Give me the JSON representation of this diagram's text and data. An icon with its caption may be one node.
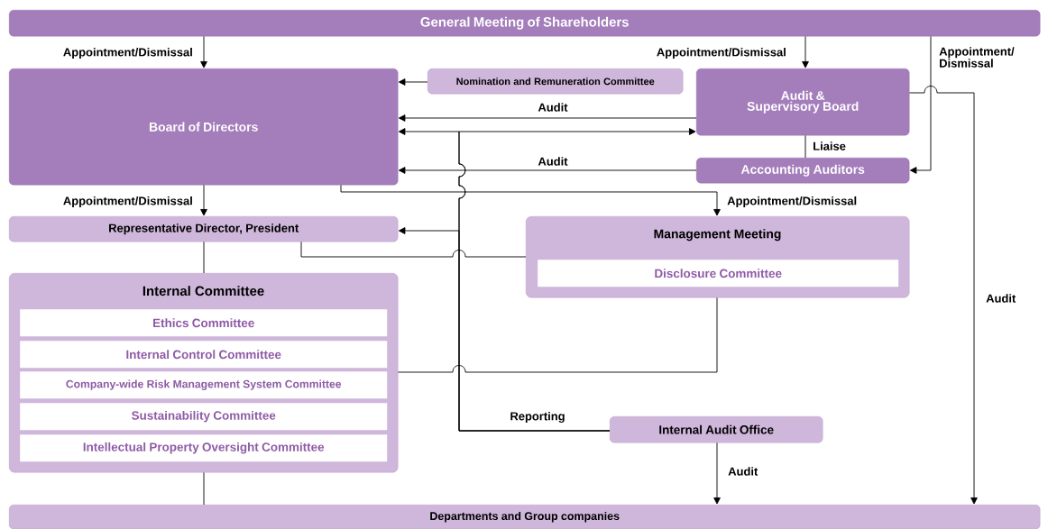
{
  "diagram": {
    "nodes": [
      {
        "text": [
          "General Meeting of Shareholders"
        ]
      },
      {
        "text": [
          "Board of Directors"
        ]
      },
      {
        "text": [
          "Nomination and Remuneration Committee"
        ]
      },
      {
        "text": [
          "Audit & Supervisory Board"
        ]
      },
      {
        "text": [
          "Accounting Auditors"
        ]
      },
      {
        "text": [
          "Representative Director, President"
        ]
      },
      {
        "text": [
          "Management Meeting"
        ]
      },
      {
        "text": [
          "Disclosure Committee"
        ],
        "in": 6
      },
      {
        "text": [
          "Internal Committee"
        ]
      },
      {
        "text": [
          "Ethics Committee"
        ],
        "in": 8
      },
      {
        "text": [
          "Internal Control Committee"
        ],
        "in": 8
      },
      {
        "text": [
          "Company-wide Risk Management System Committee"
        ],
        "in": 8
      },
      {
        "text": [
          "Sustainability Committee"
        ],
        "in": 8
      },
      {
        "text": [
          "Intellectual Property Oversight Committee"
        ],
        "in": 8
      },
      {
        "text": [
          "Internal Audit Office"
        ]
      },
      {
        "text": [
          "Departments and Group companies"
        ]
      }
    ],
    "edges": [
      {
        "from": 0,
        "to": 1,
        "arrow": "to",
        "label": "Appointment/Dismissal"
      },
      {
        "from": 0,
        "to": 3,
        "arrow": "to",
        "label": "Appointment/Dismissal"
      },
      {
        "from": 0,
        "to": 4,
        "arrow": "to",
        "label": "Appointment/ Dismissal"
      },
      {
        "from": 2,
        "to": 1,
        "arrow": "to"
      },
      {
        "from": 3,
        "to": 1,
        "arrow": "to",
        "label": "Audit"
      },
      {
        "from": 14,
        "to": 1,
        "arrow": "to",
        "label": "Reporting"
      },
      {
        "from": 14,
        "to": 3,
        "arrow": "to"
      },
      {
        "from": 14,
        "to": 5,
        "arrow": "to"
      },
      {
        "from": 4,
        "to": 1,
        "arrow": "to",
        "label": "Audit"
      },
      {
        "from": 3,
        "to": 4,
        "arrow": "none",
        "label": "Liaise"
      },
      {
        "from": 1,
        "to": 6,
        "arrow": "to",
        "label": "Appointment/Dismissal"
      },
      {
        "from": 1,
        "to": 5,
        "arrow": "to",
        "label": "Appointment/Dismissal"
      },
      {
        "from": 6,
        "to": 5,
        "arrow": "none"
      },
      {
        "from": 5,
        "to": 8,
        "arrow": "none"
      },
      {
        "from": 8,
        "to": 6,
        "arrow": "none"
      },
      {
        "from": 8,
        "to": 15,
        "arrow": "none"
      },
      {
        "from": 14,
        "to": 15,
        "arrow": "to",
        "label": "Audit"
      },
      {
        "from": 3,
        "to": 15,
        "arrow": "to",
        "label": "Audit"
      }
    ]
  }
}
